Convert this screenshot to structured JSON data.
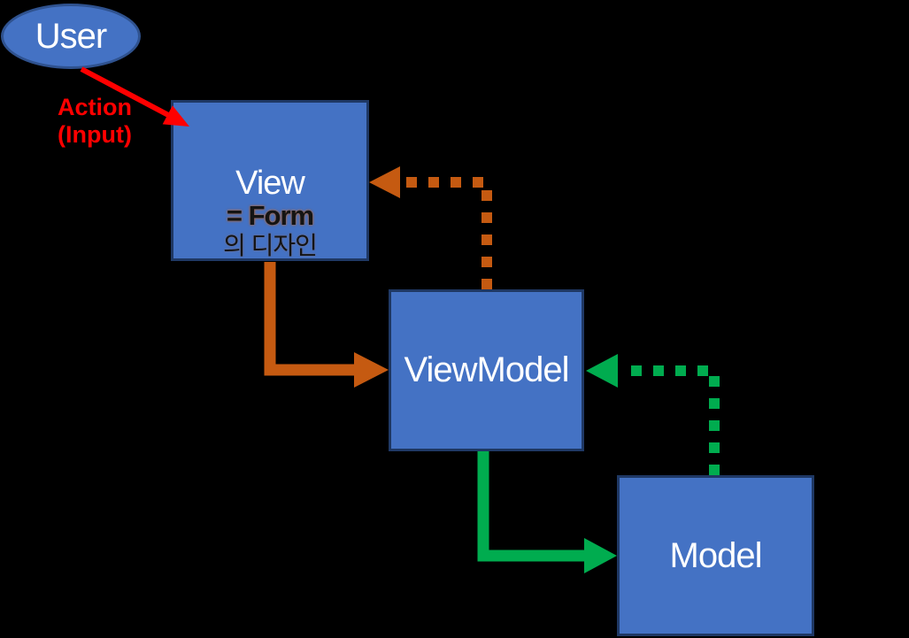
{
  "diagram": {
    "title_implied": "MVVM pattern flow",
    "background": "#000000",
    "nodes": {
      "user": {
        "label": "User",
        "shape": "ellipse"
      },
      "view": {
        "line1": "View",
        "line2": "= Form",
        "line3": "의 디자인",
        "shape": "rectangle"
      },
      "viewmodel": {
        "label": "ViewModel",
        "shape": "rectangle"
      },
      "model": {
        "label": "Model",
        "shape": "rectangle"
      }
    },
    "annotations": {
      "action_line1": "Action",
      "action_line2": "(Input)"
    },
    "edges": [
      {
        "from": "User",
        "to": "View",
        "label": "Action (Input)",
        "style": "solid",
        "color": "#FF0000"
      },
      {
        "from": "View",
        "to": "ViewModel",
        "style": "solid",
        "color": "#C55A11"
      },
      {
        "from": "ViewModel",
        "to": "View",
        "style": "dashed",
        "color": "#C55A11"
      },
      {
        "from": "ViewModel",
        "to": "Model",
        "style": "solid",
        "color": "#00AC4F"
      },
      {
        "from": "Model",
        "to": "ViewModel",
        "style": "dashed",
        "color": "#00AC4F"
      }
    ],
    "colors": {
      "node_fill": "#4472C4",
      "node_border": "#1F3864",
      "ellipse_border": "#2F528F",
      "arrow_red": "#FF0000",
      "arrow_orange": "#C55A11",
      "arrow_green": "#00AC4F",
      "text_white": "#FFFFFF",
      "text_black": "#141414"
    }
  }
}
